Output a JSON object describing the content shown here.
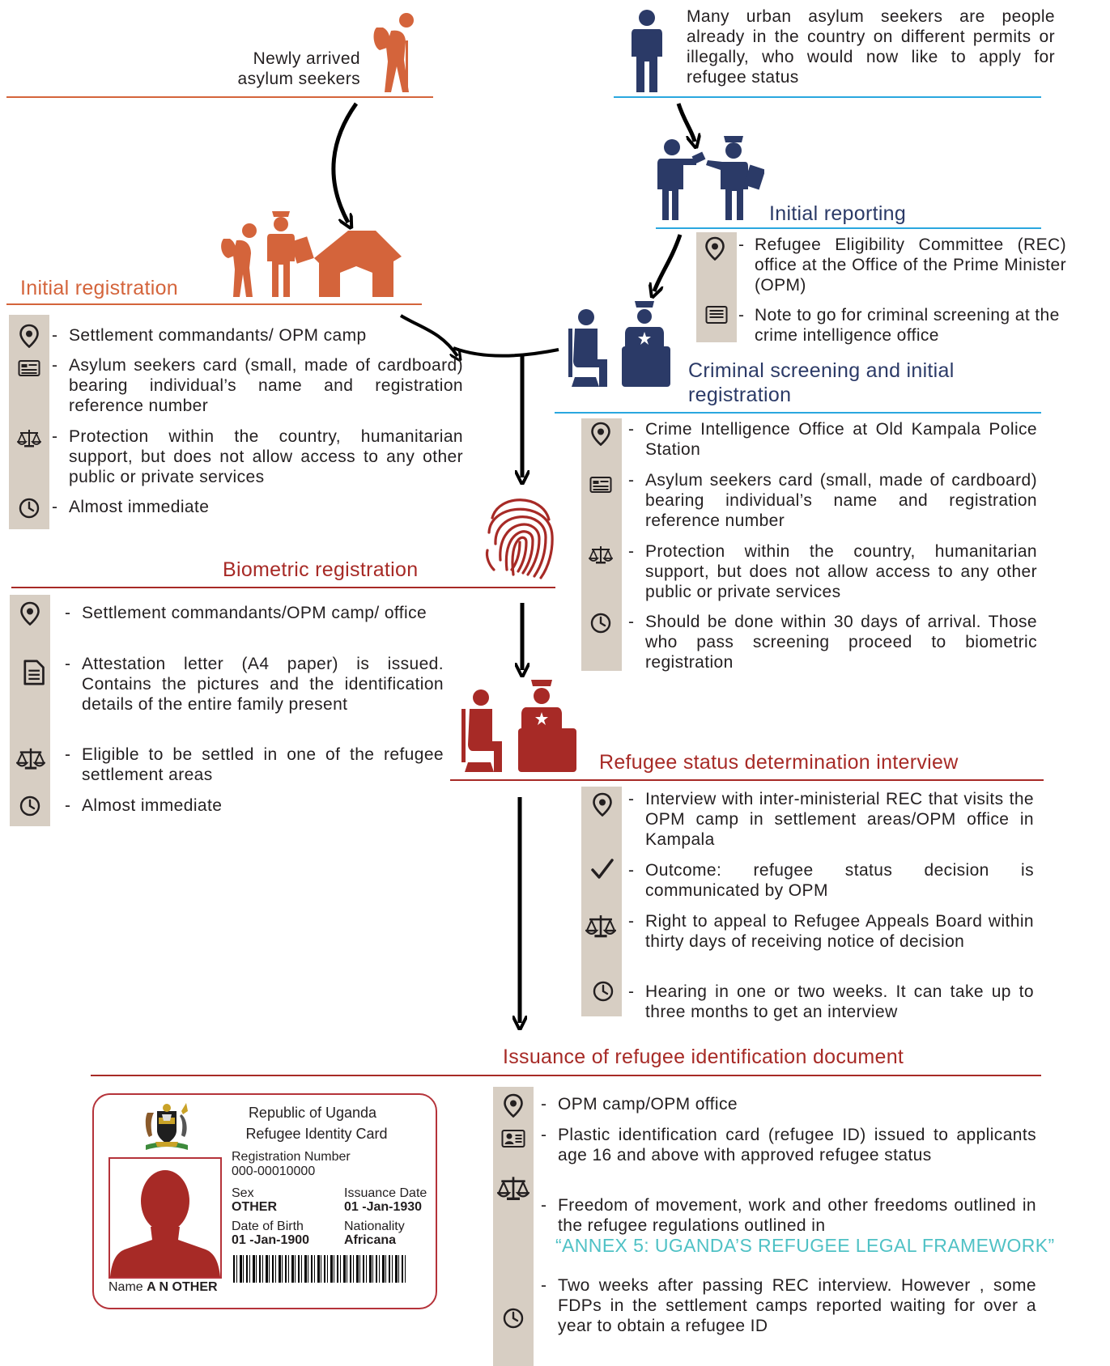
{
  "top": {
    "newly_arrived": [
      "Newly arrived",
      "asylum seekers"
    ],
    "urban": "Many urban asylum seekers are people already in the country on different permits or illegally, who would now like to apply for refugee status"
  },
  "initial_reporting": {
    "title": "Initial reporting",
    "items": [
      {
        "icon": "location-pin-icon",
        "text": "Refugee Eligibility Committee (REC) office at the Office of the Prime Minister (OPM)"
      },
      {
        "icon": "note-icon",
        "text": "Note to go for criminal screening at the crime intelligence office"
      }
    ]
  },
  "initial_registration": {
    "title": "Initial registration",
    "items": [
      {
        "icon": "location-pin-icon",
        "text": "Settlement commandants/ OPM camp"
      },
      {
        "icon": "id-card-icon",
        "text": "Asylum seekers card (small, made of cardboard) bearing individual’s name and registration reference number"
      },
      {
        "icon": "scales-icon",
        "text": "Protection within the country, humanitarian support, but does not allow access to any other public or private services"
      },
      {
        "icon": "clock-icon",
        "text": "Almost immediate"
      }
    ]
  },
  "criminal_screening": {
    "title_line1": "Criminal screening and initial",
    "title_line2": "registration",
    "items": [
      {
        "icon": "location-pin-icon",
        "text": "Crime Intelligence Office at Old Kampala Police Station"
      },
      {
        "icon": "id-card-icon",
        "text": "Asylum seekers card (small, made of cardboard) bearing individual’s name and registration reference number"
      },
      {
        "icon": "scales-icon",
        "text": "Protection within the country, humanitarian support, but does not allow access to any other public or private services"
      },
      {
        "icon": "clock-icon",
        "text": "Should be done within 30 days of arrival. Those who pass screening proceed to biometric registration"
      }
    ]
  },
  "biometric": {
    "title": "Biometric registration",
    "items": [
      {
        "icon": "location-pin-icon",
        "text": "Settlement commandants/OPM camp/ office"
      },
      {
        "icon": "document-icon",
        "text": "Attestation letter (A4 paper) is issued. Contains the pictures and the identification details of the entire family present"
      },
      {
        "icon": "scales-icon",
        "text": "Eligible to be settled in one of the refugee settlement areas"
      },
      {
        "icon": "clock-icon",
        "text": "Almost immediate"
      }
    ]
  },
  "rsd": {
    "title": "Refugee status determination interview",
    "items": [
      {
        "icon": "location-pin-icon",
        "text": "Interview with inter-ministerial REC that visits the OPM camp in settlement areas/OPM office in Kampala"
      },
      {
        "icon": "checkmark-icon",
        "text": "Outcome: refugee status decision is communicated by OPM"
      },
      {
        "icon": "scales-icon",
        "text": "Right to appeal to Refugee Appeals Board within thirty days of receiving notice of decision"
      },
      {
        "icon": "clock-icon",
        "text": "Hearing in one or two weeks. It can take up to three months to get an interview"
      }
    ]
  },
  "issuance": {
    "title": "Issuance of refugee identification document",
    "items": [
      {
        "icon": "location-pin-icon",
        "text": "OPM camp/OPM office"
      },
      {
        "icon": "id-card-icon",
        "text": "Plastic identification card (refugee ID) issued to applicants age 16 and above with approved refugee status"
      },
      {
        "icon": "scales-icon",
        "text": "Freedom of movement, work and other freedoms outlined in the refugee regulations outlined in",
        "annex": "“ANNEX 5: UGANDA’S REFUGEE LEGAL FRAMEWORK”"
      },
      {
        "icon": "clock-icon",
        "text": "Two weeks after passing REC interview. However , some FDPs in the settlement camps reported waiting for over a year to obtain a refugee ID"
      }
    ]
  },
  "id_card": {
    "country": "Republic of Uganda",
    "card_title": "Refugee Identity Card",
    "reg_label": "Registration Number",
    "reg_value": "000-00010000",
    "sex_label": "Sex",
    "sex_value": "OTHER",
    "issue_label": "Issuance Date",
    "issue_value": "01 -Jan-1930",
    "dob_label": "Date of Birth",
    "dob_value": "01 -Jan-1900",
    "nat_label": "Nationality",
    "nat_value": "Africana",
    "name_label": "Name",
    "name_value": "A N OTHER"
  },
  "dash": "-",
  "colors": {
    "orange": "#d4643b",
    "navy": "#2b3a67",
    "red": "#a72a26",
    "blue": "#2aa7df",
    "beige": "#d7cec3",
    "teal": "#4fc1c5"
  }
}
